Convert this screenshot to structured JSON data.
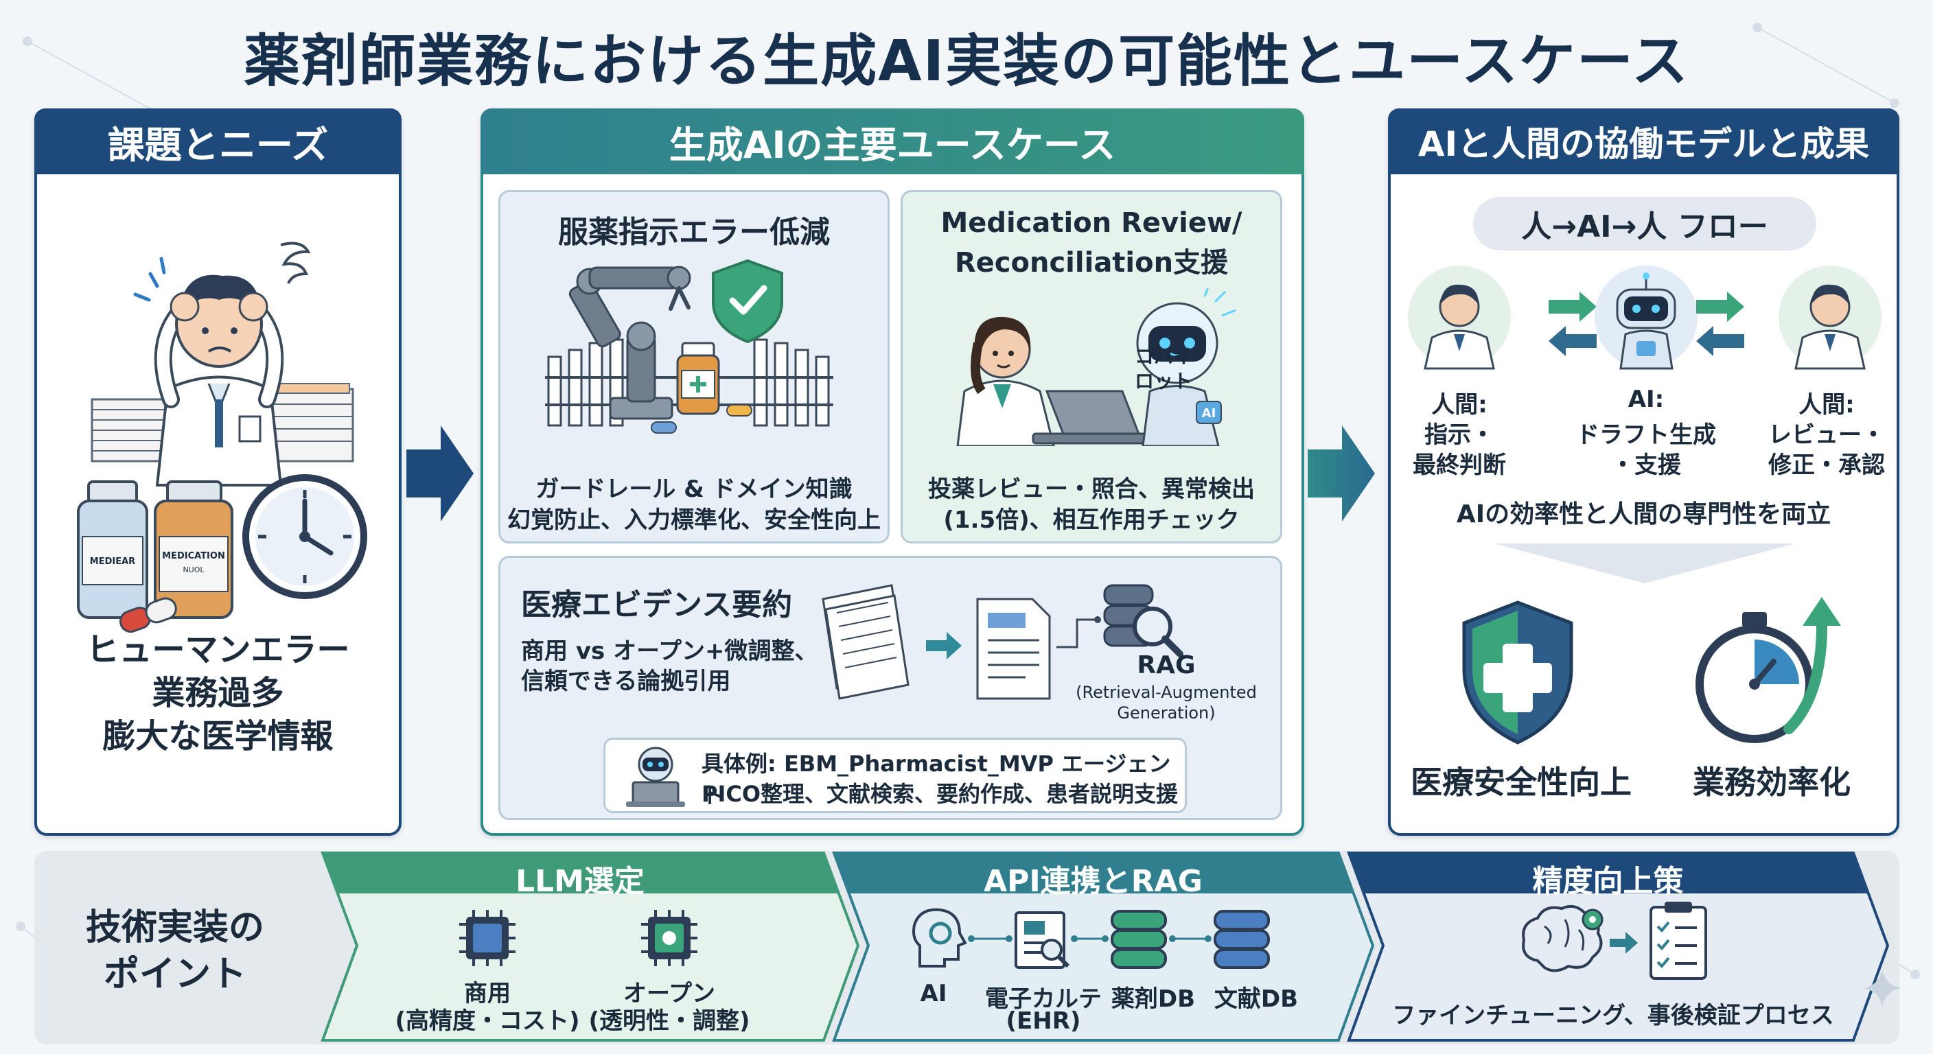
{
  "title": "薬剤師業務における生成AI実装の可能性とユースケース",
  "left_panel": {
    "header": "課題とニーズ",
    "bottle1_label": "MEDIEAR",
    "bottle2_label": "MEDICATION",
    "bottle2_sub": "NUOL",
    "lines": [
      "ヒューマンエラー",
      "業務過多",
      "膨大な医学情報"
    ]
  },
  "center_panel": {
    "header": "生成AIの主要ユースケース",
    "card1": {
      "title": "服薬指示エラー低減",
      "line1": "ガードレール & ドメイン知識",
      "line2": "幻覚防止、入力標準化、安全性向上"
    },
    "card2": {
      "title_line1": "Medication Review/",
      "title_line2": "Reconciliation支援",
      "copilot_line1": "コパイ",
      "copilot_line2": "ロット",
      "ai_badge": "AI",
      "line1": "投薬レビュー・照合、異常検出",
      "line2": "(1.5倍)、相互作用チェック"
    },
    "card3": {
      "title": "医療エビデンス要約",
      "line1": "商用 vs オープン+微調整、",
      "line2": "信頼できる論拠引用",
      "rag": "RAG",
      "rag_sub1": "(Retrieval-Augmented",
      "rag_sub2": "Generation)",
      "example_line1": "具体例: EBM_Pharmacist_MVP エージェント",
      "example_line2": "PICO整理、文献検索、要約作成、患者説明支援"
    }
  },
  "right_panel": {
    "header": "AIと人間の協働モデルと成果",
    "flow_label": "人→AI→人 フロー",
    "roles": [
      {
        "line1": "人間:",
        "line2": "指示・",
        "line3": "最終判断"
      },
      {
        "line1": "AI:",
        "line2": "ドラフト生成",
        "line3": "・支援"
      },
      {
        "line1": "人間:",
        "line2": "レビュー・",
        "line3": "修正・承認"
      }
    ],
    "summary": "AIの効率性と人間の専門性を両立",
    "outcomes": [
      "医療安全性向上",
      "業務効率化"
    ]
  },
  "bottom": {
    "label_line1": "技術実装の",
    "label_line2": "ポイント",
    "section1": {
      "title": "LLM選定",
      "items": [
        {
          "line1": "商用",
          "line2": "(高精度・コスト)"
        },
        {
          "line1": "オープン",
          "line2": "(透明性・調整)"
        }
      ]
    },
    "section2": {
      "title": "API連携とRAG",
      "items": [
        {
          "line1": "AI",
          "line2": ""
        },
        {
          "line1": "電子カルテ",
          "line2": "(EHR)"
        },
        {
          "line1": "薬剤DB",
          "line2": ""
        },
        {
          "line1": "文献DB",
          "line2": ""
        }
      ]
    },
    "section3": {
      "title": "精度向上策",
      "caption": "ファインチューニング、事後検証プロセス"
    }
  },
  "colors": {
    "navy": "#1d4a7a",
    "teal": "#2f8a8a",
    "green": "#3f9a78",
    "shield_green": "#3aa57a",
    "light_green_bg": "#e6f3ec",
    "light_blue_bg": "#e8f0f8"
  }
}
